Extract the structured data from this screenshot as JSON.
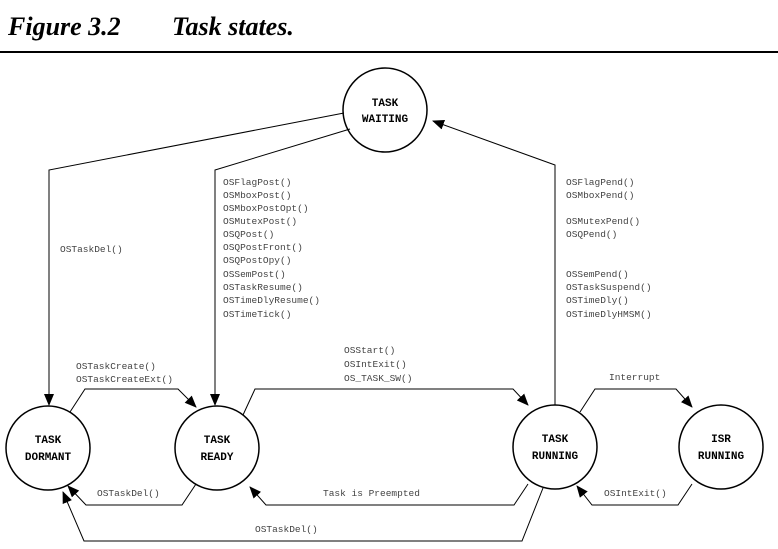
{
  "figure": {
    "number": "Figure 3.2",
    "title": "Task states."
  },
  "states": {
    "waiting": [
      "TASK",
      "WAITING"
    ],
    "dormant": [
      "TASK",
      "DORMANT"
    ],
    "ready": [
      "TASK",
      "READY"
    ],
    "running": [
      "TASK",
      "RUNNING"
    ],
    "isr": [
      "ISR",
      "RUNNING"
    ]
  },
  "labels": {
    "waiting_to_dormant": "OSTaskDel()",
    "waiting_to_ready": [
      "OSFlagPost()",
      "OSMboxPost()",
      "OSMboxPostOpt()",
      "OSMutexPost()",
      "OSQPost()",
      "OSQPostFront()",
      "OSQPostOpy()",
      "OSSemPost()",
      "OSTaskResume()",
      "OSTimeDlyResume()",
      "OSTimeTick()"
    ],
    "running_to_waiting_a": [
      "OSFlagPend()",
      "OSMboxPend()"
    ],
    "running_to_waiting_b": [
      "OSMutexPend()",
      "OSQPend()"
    ],
    "running_to_waiting_c": [
      "OSSemPend()",
      "OSTaskSuspend()",
      "OSTimeDly()",
      "OSTimeDlyHMSM()"
    ],
    "dormant_to_ready": [
      "OSTaskCreate()",
      "OSTaskCreateExt()"
    ],
    "ready_to_running": [
      "OSStart()",
      "OSIntExit()",
      "OS_TASK_SW()"
    ],
    "running_to_isr": "Interrupt",
    "ready_to_dormant": "OSTaskDel()",
    "running_to_ready": "Task is Preempted",
    "isr_to_running": "OSIntExit()",
    "running_to_dormant": "OSTaskDel()"
  }
}
